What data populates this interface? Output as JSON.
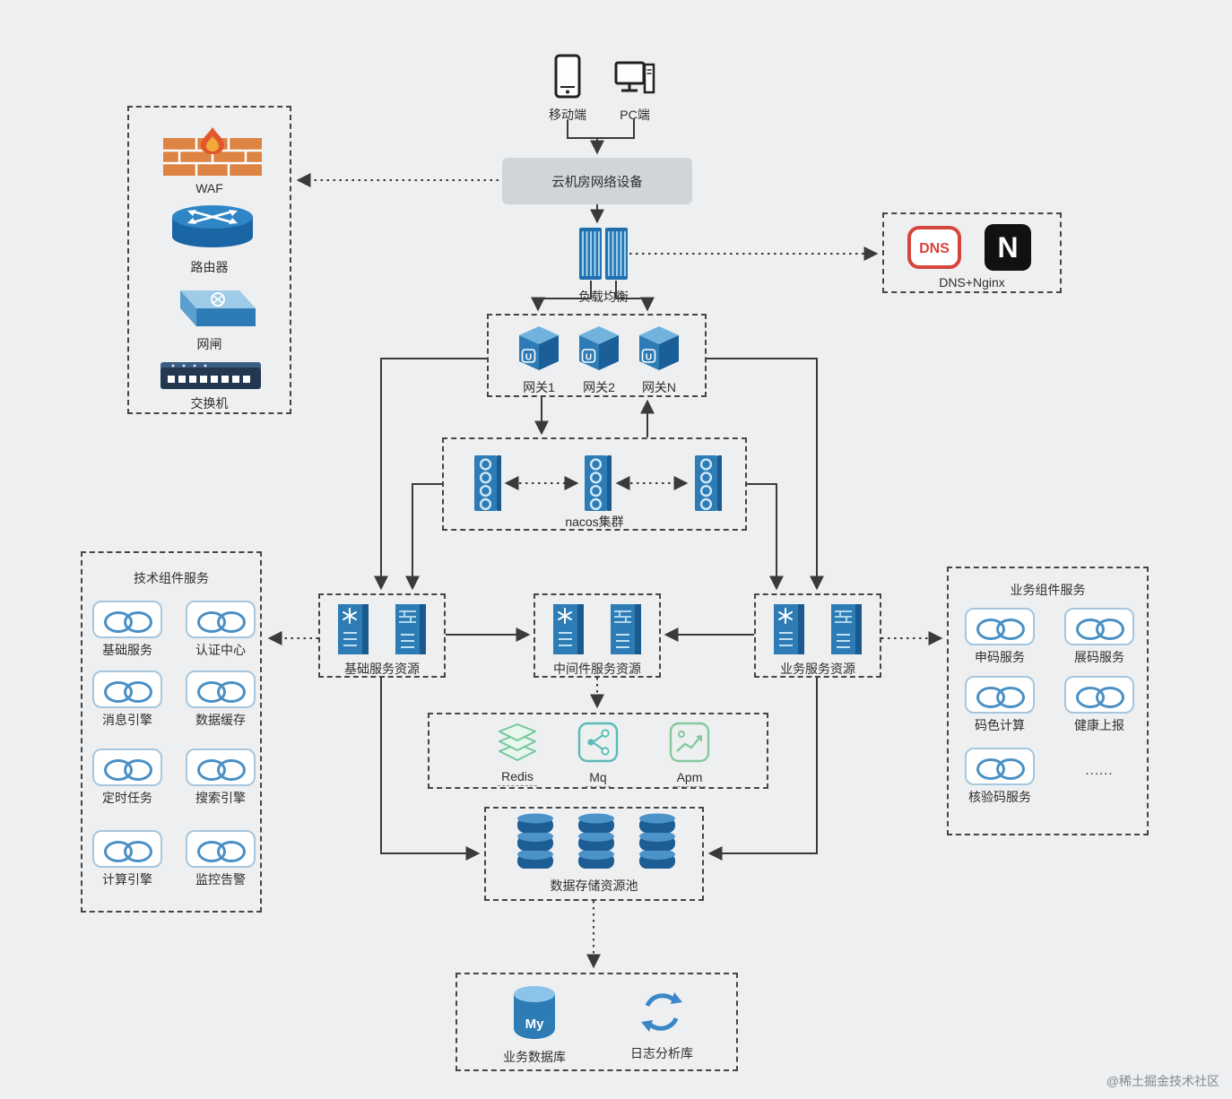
{
  "watermark": "@稀土掘金技术社区",
  "clients": {
    "mobile": "移动端",
    "pc": "PC端"
  },
  "cloud_room": {
    "label": "云机房网络设备"
  },
  "security": {
    "waf": "WAF",
    "router": "路由器",
    "gate": "网闸",
    "switch": "交换机"
  },
  "load_balance": {
    "label": "负载均衡"
  },
  "dns_nginx": {
    "label": "DNS+Nginx",
    "dns_badge": "DNS",
    "nginx_badge": "N"
  },
  "gateways": {
    "cube_letter": "U",
    "items": [
      {
        "label": "网关1"
      },
      {
        "label": "网关2"
      },
      {
        "label": "网关N"
      }
    ]
  },
  "nacos": {
    "label": "nacos集群"
  },
  "tech": {
    "title": "技术组件服务",
    "items": [
      {
        "label": "基础服务"
      },
      {
        "label": "认证中心"
      },
      {
        "label": "消息引擎"
      },
      {
        "label": "数据缓存"
      },
      {
        "label": "定时任务"
      },
      {
        "label": "搜索引擎"
      },
      {
        "label": "计算引擎"
      },
      {
        "label": "监控告警"
      }
    ]
  },
  "resources": {
    "base": "基础服务资源",
    "middleware": "中间件服务资源",
    "business": "业务服务资源"
  },
  "biz": {
    "title": "业务组件服务",
    "items": [
      {
        "label": "申码服务"
      },
      {
        "label": "展码服务"
      },
      {
        "label": "码色计算"
      },
      {
        "label": "健康上报"
      },
      {
        "label": "核验码服务"
      },
      {
        "label": "......"
      }
    ]
  },
  "mid_tools": {
    "redis": "Redis",
    "mq": "Mq",
    "apm": "Apm"
  },
  "storage": {
    "label": "数据存储资源池"
  },
  "databases": {
    "business": "业务数据库",
    "log": "日志分析库",
    "my_badge": "My"
  }
}
